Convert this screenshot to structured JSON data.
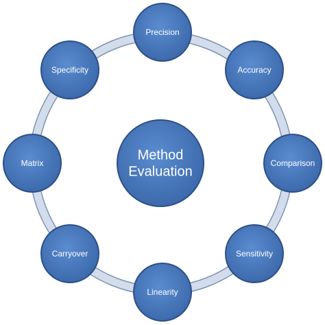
{
  "diagram": {
    "center": {
      "lines": [
        "Method",
        "Evaluation"
      ]
    },
    "nodes": [
      {
        "label": "Precision"
      },
      {
        "label": "Accuracy"
      },
      {
        "label": "Comparison"
      },
      {
        "label": "Sensitivity"
      },
      {
        "label": "Linearity"
      },
      {
        "label": "Carryover"
      },
      {
        "label": "Matrix"
      },
      {
        "label": "Specificity"
      }
    ]
  },
  "colors": {
    "node_fill": "#3f6fb4",
    "node_fill_light": "#5a8cd0",
    "node_stroke": "#2c4f86",
    "ring_fill": "#d3dcea",
    "ring_stroke": "#7c93b8"
  }
}
